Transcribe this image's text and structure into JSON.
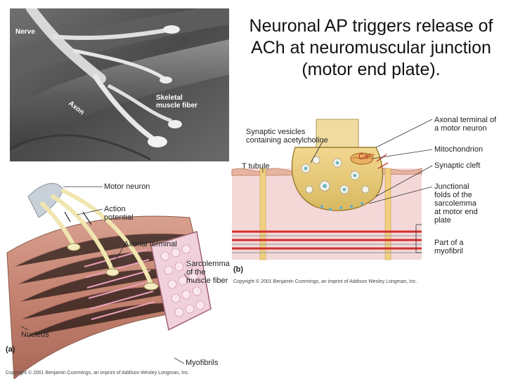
{
  "title": "Neuronal AP triggers release of ACh at neuromuscular junction (motor end plate).",
  "micrograph": {
    "labels": {
      "nerve": "Nerve",
      "axon": "Axon",
      "skeletal_muscle_fiber": "Skeletal\nmuscle fiber"
    }
  },
  "panel_a": {
    "panel_label": "(a)",
    "labels": {
      "motor_neuron": "Motor neuron",
      "action_potential": "Action\npotential",
      "axonal_terminal": "Axonal terminal",
      "sarcolemma": "Sarcolemma\nof the\nmuscle fiber",
      "nucleus": "Nucleus",
      "myofibrils": "Myofibrils"
    },
    "copyright": "Copyright © 2001 Benjamin Cummings, an imprint of Addison Wesley Longman, Inc."
  },
  "panel_b": {
    "panel_label": "(b)",
    "labels": {
      "synaptic_vesicles": "Synaptic vesicles\ncontaining acetylcholine",
      "t_tubule": "T tubule",
      "ca": "Ca²⁺",
      "axonal_terminal_motor": "Axonal terminal of\na motor neuron",
      "mitochondrion": "Mitochondrion",
      "synaptic_cleft": "Synaptic cleft",
      "junctional_folds": "Junctional\nfolds of the\nsarcolemma\nat motor end\nplate",
      "myofibril_part": "Part of a\nmyofibril"
    },
    "copyright": "Copyright © 2001 Benjamin Cummings, an imprint of Addison Wesley Longman, Inc."
  }
}
